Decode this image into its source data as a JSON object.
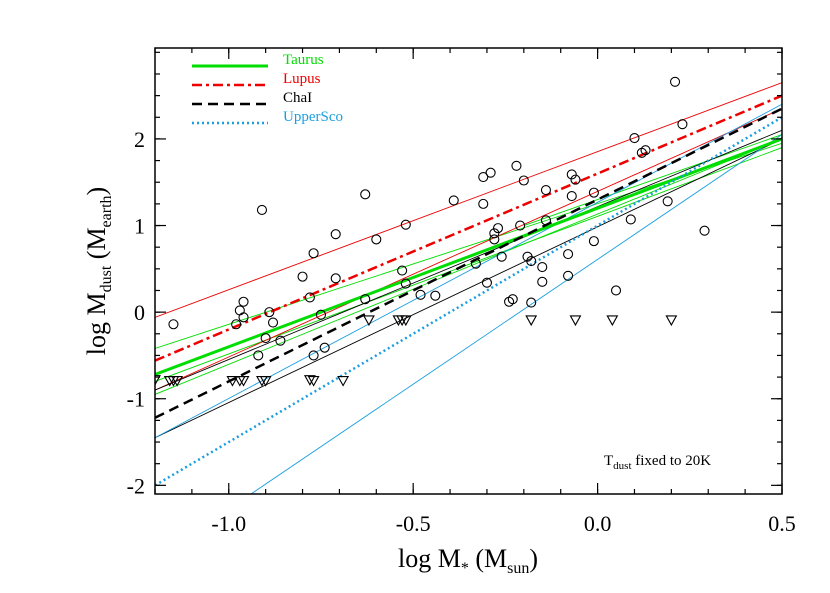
{
  "chart_data": {
    "type": "scatter",
    "xlabel": {
      "main": "log M",
      "sub1": "*",
      "mid": " (M",
      "sub2": "sun",
      "end": ")"
    },
    "ylabel": {
      "main": "log M",
      "sub1": "dust",
      "mid": " (M",
      "sub2": "earth",
      "end": ")"
    },
    "xlim": [
      -1.2,
      0.5
    ],
    "ylim": [
      -2.1,
      3.05
    ],
    "x_ticks": [
      -1.0,
      -0.5,
      0.0,
      0.5
    ],
    "x_tick_labels": [
      "-1.0",
      "-0.5",
      "0.0",
      "0.5"
    ],
    "y_ticks": [
      -2,
      -1,
      0,
      1,
      2
    ],
    "y_tick_labels": [
      "-2",
      "-1",
      "0",
      "1",
      "2"
    ],
    "x_minor_step": 0.1,
    "y_minor_step": 0.25,
    "annotation": {
      "main": "T",
      "sub": "dust",
      "rest": " fixed to 20K"
    },
    "legend_position": "top-left",
    "series": [
      {
        "name": "Taurus",
        "color": "#00dd00",
        "dash": "solid",
        "width": 3,
        "fit": {
          "slope": 1.6,
          "intercept": 1.2
        },
        "bounds": [
          [
            [
              -1.2,
              -0.42
            ],
            [
              0.5,
              1.95
            ]
          ],
          [
            [
              -1.2,
              -0.95
            ],
            [
              0.5,
              2.0
            ]
          ],
          [
            [
              -0.2,
              1.0
            ],
            [
              0.5,
              2.05
            ]
          ],
          [
            [
              -1.2,
              -0.8
            ],
            [
              0.5,
              1.9
            ]
          ]
        ]
      },
      {
        "name": "Lupus",
        "color": "#ee0000",
        "dash": "dashdot",
        "width": 2.5,
        "fit": {
          "slope": 1.8,
          "intercept": 1.6
        },
        "bounds": [
          [
            [
              -1.2,
              -0.06
            ],
            [
              0.5,
              2.65
            ]
          ],
          [
            [
              -1.2,
              -0.9
            ],
            [
              0.5,
              2.35
            ]
          ]
        ]
      },
      {
        "name": "ChaI",
        "color": "#000000",
        "dash": "dashed",
        "width": 2.5,
        "fit": {
          "slope": 2.1,
          "intercept": 1.3
        },
        "bounds": [
          [
            [
              -1.2,
              -0.9
            ],
            [
              0.5,
              2.1
            ]
          ],
          [
            [
              -1.2,
              -1.45
            ],
            [
              0.5,
              2.0
            ]
          ]
        ]
      },
      {
        "name": "UpperSco",
        "color": "#1a9ee0",
        "dash": "dotted",
        "width": 2.5,
        "fit": {
          "slope": 2.5,
          "intercept": 1.0
        },
        "bounds": [
          [
            [
              -1.2,
              -1.45
            ],
            [
              0.5,
              2.4
            ]
          ],
          [
            [
              -1.2,
              -2.85
            ],
            [
              0.5,
              2.05
            ]
          ]
        ]
      }
    ],
    "detections": [
      [
        -1.15,
        -0.14
      ],
      [
        -0.91,
        1.18
      ],
      [
        -0.97,
        0.02
      ],
      [
        -0.96,
        0.12
      ],
      [
        -0.98,
        -0.14
      ],
      [
        -0.96,
        -0.06
      ],
      [
        -0.92,
        -0.5
      ],
      [
        -0.9,
        -0.3
      ],
      [
        -0.89,
        0.0
      ],
      [
        -0.88,
        -0.12
      ],
      [
        -0.86,
        -0.33
      ],
      [
        -0.8,
        0.41
      ],
      [
        -0.78,
        0.17
      ],
      [
        -0.77,
        -0.5
      ],
      [
        -0.77,
        0.68
      ],
      [
        -0.75,
        -0.03
      ],
      [
        -0.74,
        -0.41
      ],
      [
        -0.71,
        0.39
      ],
      [
        -0.71,
        0.9
      ],
      [
        -0.63,
        0.15
      ],
      [
        -0.63,
        1.36
      ],
      [
        -0.6,
        0.84
      ],
      [
        -0.53,
        0.48
      ],
      [
        -0.52,
        1.01
      ],
      [
        -0.52,
        0.33
      ],
      [
        -0.48,
        0.2
      ],
      [
        -0.44,
        0.19
      ],
      [
        -0.39,
        1.29
      ],
      [
        -0.33,
        0.56
      ],
      [
        -0.31,
        1.56
      ],
      [
        -0.31,
        1.25
      ],
      [
        -0.3,
        0.34
      ],
      [
        -0.29,
        1.61
      ],
      [
        -0.28,
        0.84
      ],
      [
        -0.28,
        0.91
      ],
      [
        -0.27,
        0.97
      ],
      [
        -0.26,
        0.64
      ],
      [
        -0.24,
        0.12
      ],
      [
        -0.23,
        0.15
      ],
      [
        -0.22,
        1.69
      ],
      [
        -0.21,
        1.0
      ],
      [
        -0.2,
        1.52
      ],
      [
        -0.19,
        0.64
      ],
      [
        -0.18,
        0.59
      ],
      [
        -0.18,
        0.11
      ],
      [
        -0.15,
        0.35
      ],
      [
        -0.15,
        0.52
      ],
      [
        -0.14,
        1.06
      ],
      [
        -0.14,
        1.41
      ],
      [
        -0.08,
        0.42
      ],
      [
        -0.08,
        0.67
      ],
      [
        -0.07,
        1.59
      ],
      [
        -0.06,
        1.53
      ],
      [
        -0.07,
        1.34
      ],
      [
        -0.01,
        0.82
      ],
      [
        -0.01,
        1.38
      ],
      [
        0.05,
        0.25
      ],
      [
        0.09,
        1.07
      ],
      [
        0.1,
        2.01
      ],
      [
        0.12,
        1.84
      ],
      [
        0.13,
        1.87
      ],
      [
        0.19,
        1.28
      ],
      [
        0.21,
        2.66
      ],
      [
        0.23,
        2.17
      ],
      [
        0.29,
        0.94
      ]
    ],
    "upper_limits": [
      [
        -1.2,
        -0.78
      ],
      [
        -1.16,
        -0.79
      ],
      [
        -1.15,
        -0.79
      ],
      [
        -1.14,
        -0.79
      ],
      [
        -0.99,
        -0.79
      ],
      [
        -0.97,
        -0.79
      ],
      [
        -0.96,
        -0.79
      ],
      [
        -0.91,
        -0.79
      ],
      [
        -0.9,
        -0.79
      ],
      [
        -0.78,
        -0.78
      ],
      [
        -0.77,
        -0.79
      ],
      [
        -0.69,
        -0.79
      ],
      [
        -0.62,
        -0.09
      ],
      [
        -0.54,
        -0.09
      ],
      [
        -0.53,
        -0.09
      ],
      [
        -0.52,
        -0.09
      ],
      [
        -0.18,
        -0.09
      ],
      [
        -0.06,
        -0.09
      ],
      [
        0.04,
        -0.09
      ],
      [
        0.2,
        -0.09
      ]
    ]
  }
}
